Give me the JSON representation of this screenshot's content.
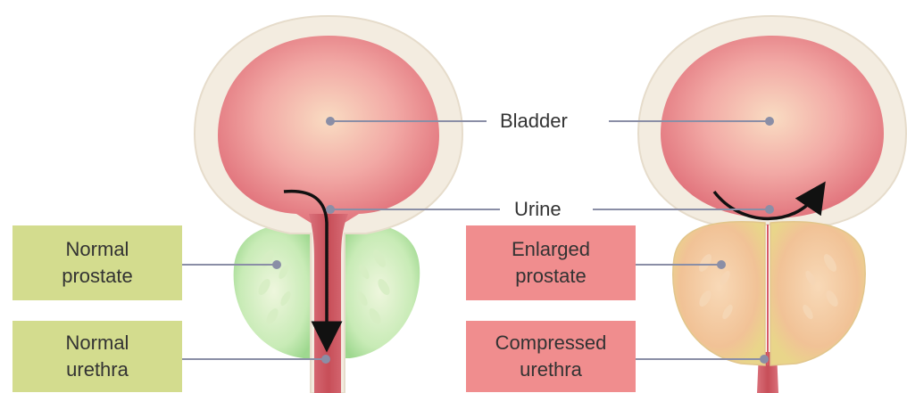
{
  "colors": {
    "normal_box": "#d3dc8e",
    "enlarged_box": "#f08d8e",
    "leader_line": "#8a8ea6",
    "bladder_wall": "#f3ece0",
    "bladder_inner": "#ee8f93",
    "urethra": "#cf5b63",
    "normal_prostate": "#b6e3a8",
    "enlarged_prostate": "#f1c296",
    "arrow": "#111111"
  },
  "labels": {
    "bladder": "Bladder",
    "urine": "Urine",
    "normal_prostate": [
      "Normal",
      "prostate"
    ],
    "normal_urethra": [
      "Normal",
      "urethra"
    ],
    "enlarged_prostate": [
      "Enlarged",
      "prostate"
    ],
    "compressed_urethra": [
      "Compressed",
      "urethra"
    ]
  }
}
